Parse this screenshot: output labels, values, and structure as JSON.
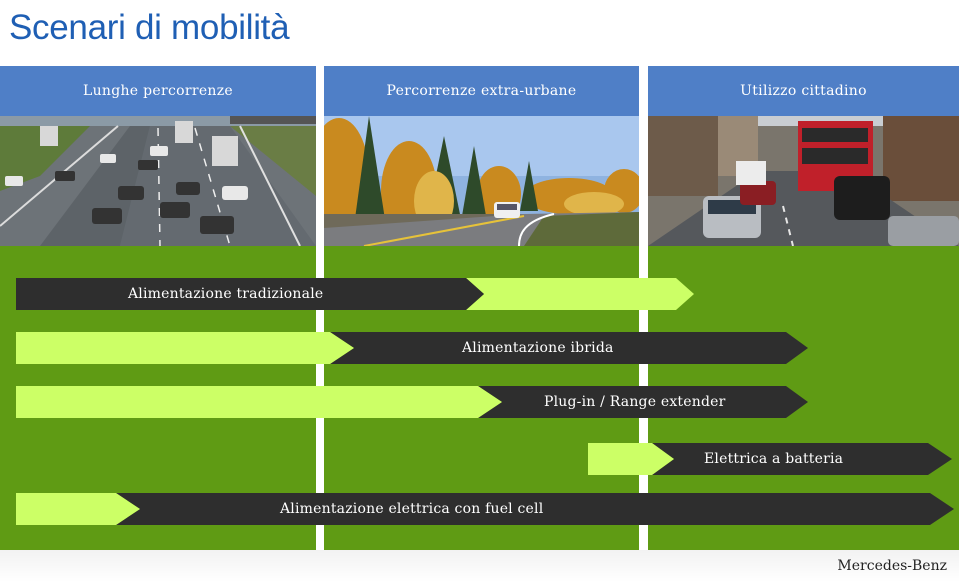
{
  "title": "Scenari di mobilità",
  "columns": [
    {
      "header": "Lunghe percorrenze"
    },
    {
      "header": "Percorrenze extra-urbane"
    },
    {
      "header": "Utilizzo cittadino"
    }
  ],
  "bars": [
    {
      "label": "Alimentazione tradizionale"
    },
    {
      "label": "Alimentazione ibrida"
    },
    {
      "label": "Plug-in / Range extender"
    },
    {
      "label": "Elettrica a batteria"
    },
    {
      "label": "Alimentazione elettrica con fuel cell"
    }
  ],
  "colors": {
    "title": "#1f5fb4",
    "header": "#4f7fc7",
    "green_background": "#5f9b14",
    "dark_arrow": "#2e2e2e",
    "light_arrow": "#ccff66"
  },
  "brand": "Mercedes-Benz"
}
